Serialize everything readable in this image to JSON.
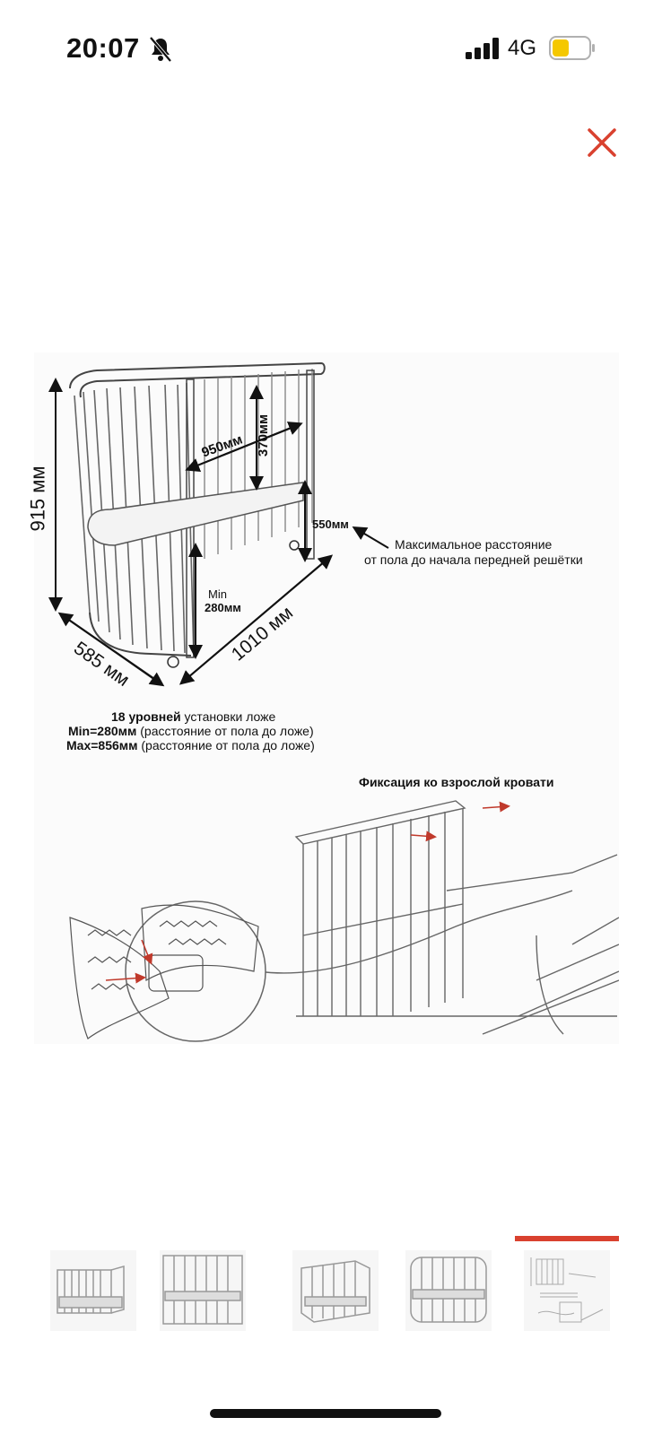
{
  "status_bar": {
    "time": "20:07",
    "network": "4G",
    "icons": [
      "bell-muted-icon",
      "signal-icon",
      "battery-icon"
    ],
    "battery_color": "#f5c800"
  },
  "viewer": {
    "close_icon": "close-icon",
    "accent_color": "#d9412f"
  },
  "figure": {
    "dims": {
      "height": "915 мм",
      "depth": "585 мм",
      "length": "1010 мм",
      "inner_length": "950мм",
      "side_height": "370мм",
      "leg_height": "550мм",
      "min_label": "Min",
      "min_value": "280мм"
    },
    "note_line1": "Максимальное расстояние",
    "note_line2": "от пола до начала передней решётки",
    "levels_bold": "18 уровней",
    "levels_rest": " установки ложе",
    "min_bold": "Min=280мм",
    "min_rest": " (расстояние от пола до ложе)",
    "max_bold": "Max=856мм",
    "max_rest": " (расстояние от пола до ложе)",
    "fixation_title": "Фиксация ко взрослой кровати"
  },
  "thumbnails": {
    "count": 5,
    "selected_index": 4
  }
}
